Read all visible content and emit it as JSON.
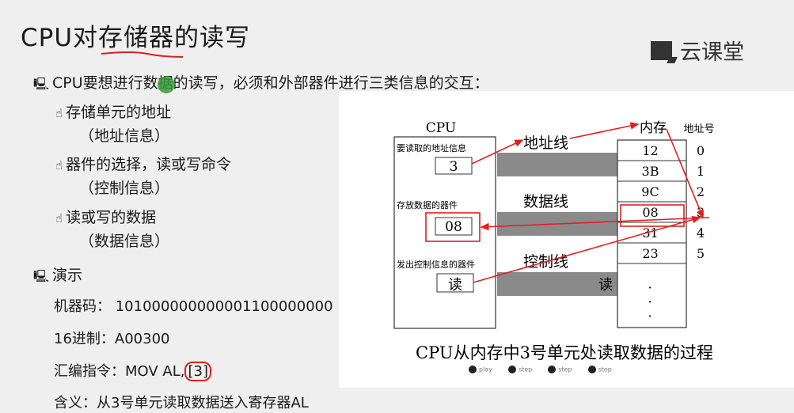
{
  "title": "CPU对存储器的读写",
  "logo": {
    "text": "云课堂"
  },
  "intro": "CPU要想进行数据的读写，必须和外部器件进行三类信息的交互：",
  "items": [
    {
      "main": "存储单元的地址",
      "sub": "（地址信息）"
    },
    {
      "main": "器件的选择，读或写命令",
      "sub": "（控制信息）"
    },
    {
      "main": "读或写的数据",
      "sub": "（数据信息）"
    }
  ],
  "demo": {
    "heading": "演示",
    "machine_code": "机器码： 101000000000001100000000",
    "hex": "16进制：A00300",
    "asm_prefix": "汇编指令：MOV AL,",
    "asm_operand": "[3]",
    "meaning": "含义：从3号单元读取数据送入寄存器AL"
  },
  "diagram": {
    "cpu_label": "CPU",
    "mem_label": "内存",
    "addr_col_label": "地址号",
    "addr_info_label": "要读取的地址信息",
    "addr_value": "3",
    "data_store_label": "存放数据的器件",
    "data_value": "08",
    "ctrl_label": "发出控制信息的器件",
    "ctrl_value": "读",
    "addr_bus": "地址线",
    "data_bus": "数据线",
    "ctrl_bus": "控制线",
    "ctrl_bus_value": "读",
    "cells": [
      "12",
      "3B",
      "9C",
      "08",
      "31",
      "23"
    ],
    "addresses": [
      "0",
      "1",
      "2",
      "3",
      "4",
      "5"
    ],
    "dots": "·",
    "caption": "CPU从内存中3号单元处读取数据的过程"
  },
  "controls": [
    "play",
    "step",
    "step",
    "stop"
  ],
  "colors": {
    "annotation_red": "#e02020",
    "bus_gray": "#8a8a8a"
  }
}
